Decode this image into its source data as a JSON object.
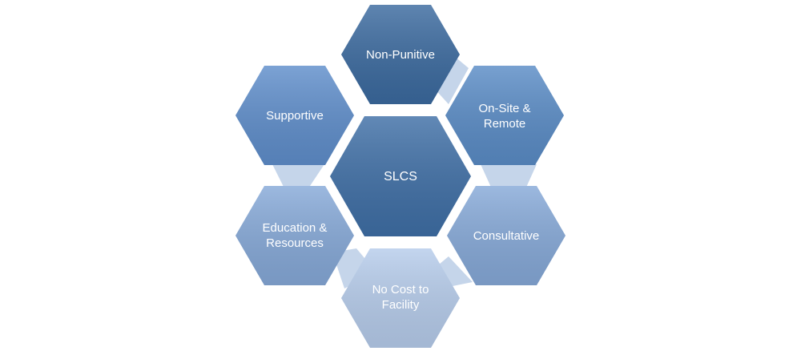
{
  "center": {
    "label": "SLCS",
    "color": "#3f6fa6"
  },
  "nodes": [
    {
      "id": "non-punitive",
      "lines": [
        "Non-Punitive"
      ],
      "color": "#3b6a9f"
    },
    {
      "id": "on-site-remote",
      "lines": [
        "On-Site &",
        "Remote"
      ],
      "color": "#5a8cc6"
    },
    {
      "id": "consultative",
      "lines": [
        "Consultative"
      ],
      "color": "#86a9d8"
    },
    {
      "id": "no-cost",
      "lines": [
        "No Cost to",
        "Facility"
      ],
      "color": "#b6cceb"
    },
    {
      "id": "education",
      "lines": [
        "Education &",
        "Resources"
      ],
      "color": "#86a9d8"
    },
    {
      "id": "supportive",
      "lines": [
        "Supportive"
      ],
      "color": "#5f8ecb"
    }
  ],
  "connector_color": "#c5d5ea"
}
